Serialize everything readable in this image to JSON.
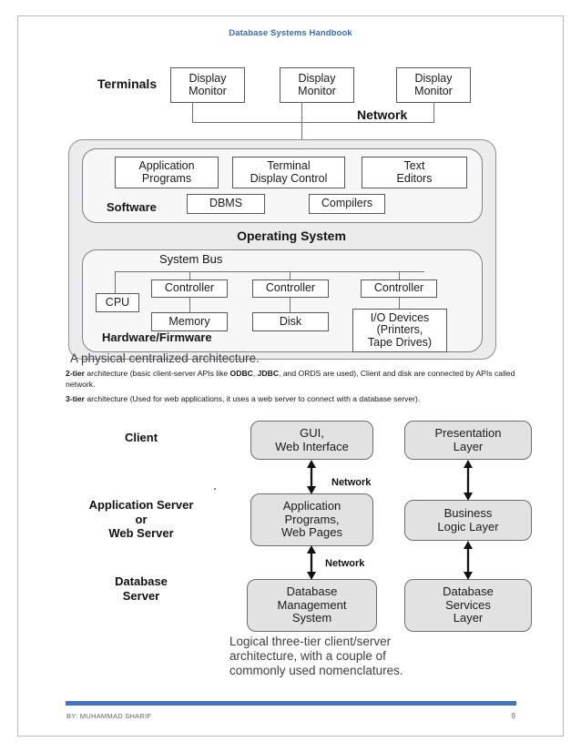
{
  "document": {
    "header_title": "Database Systems Handbook",
    "footer_author": "BY: MUHAMMAD SHARIF",
    "footer_page": "9",
    "accent_color": "#4472C4",
    "header_color": "#3B6CB5"
  },
  "centralized": {
    "terminals_label": "Terminals",
    "network_label": "Network",
    "monitors": [
      "Display\nMonitor",
      "Display\nMonitor",
      "Display\nMonitor"
    ],
    "software_label": "Software",
    "software_boxes": [
      "Application\nPrograms",
      "Terminal\nDisplay Control",
      "Text\nEditors"
    ],
    "software_boxes_row2": [
      "DBMS",
      "Compilers"
    ],
    "operating_system_label": "Operating System",
    "system_bus_label": "System Bus",
    "hardware_label": "Hardware/Firmware",
    "cpu_label": "CPU",
    "controllers": [
      "Controller",
      "Controller",
      "Controller"
    ],
    "devices": [
      "Memory",
      "Disk",
      "I/O Devices\n(Printers,\nTape Drives)"
    ]
  },
  "caption_centralized": "A physical centralized architecture.",
  "paragraphs": {
    "two_tier": {
      "term": "2-tier",
      "line1_a": " architecture (basic client-server APIs like ",
      "bold1": "ODBC",
      "mid1": ", ",
      "bold2": "JDBC",
      "line1_b": ", and ORDS are used), Client and disk are connected by",
      "line2": "APIs called network."
    },
    "three_tier": {
      "term": "3-tier",
      "text": " architecture (Used for web applications, it uses a web server to connect with a database server)."
    }
  },
  "three_tier": {
    "tier_labels": [
      "Client",
      "Application Server\nor\nWeb Server",
      "Database\nServer"
    ],
    "network_labels": [
      "Network",
      "Network"
    ],
    "column_left": [
      "GUI,\nWeb Interface",
      "Application\nPrograms,\nWeb Pages",
      "Database\nManagement\nSystem"
    ],
    "column_right": [
      "Presentation\nLayer",
      "Business\nLogic Layer",
      "Database\nServices\nLayer"
    ],
    "caption": "Logical three-tier client/server\narchitecture, with a couple of\ncommonly used nomenclatures."
  }
}
